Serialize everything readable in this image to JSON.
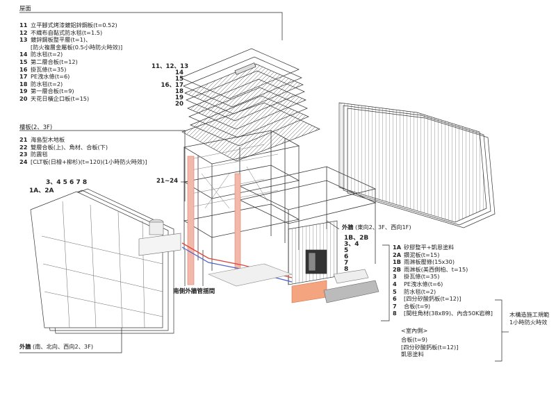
{
  "roof": {
    "heading": "屋面",
    "items": [
      {
        "num": "11",
        "text": "立平腳式烤漆鍍鋁鋅鋼板(t=0.52)"
      },
      {
        "num": "12",
        "text": "不織布自黏式防水毯(t=1.5)"
      },
      {
        "num": "13",
        "text": "鍍鋅鋼板整平層(t=1)、"
      },
      {
        "num": "",
        "text": "[防火複層金屬板(0.5小時防火時效)]"
      },
      {
        "num": "14",
        "text": "防水毯(t=2)"
      },
      {
        "num": "15",
        "text": "第二層合板(t=12)"
      },
      {
        "num": "16",
        "text": "掛瓦條(t=35)"
      },
      {
        "num": "17",
        "text": "PE洩水條(t=6)"
      },
      {
        "num": "18",
        "text": "防水毯(t=2)"
      },
      {
        "num": "19",
        "text": "第一層合板(t=9)"
      },
      {
        "num": "20",
        "text": "天花日橫企口板(t=15)"
      }
    ],
    "callouts": [
      "11、12、13",
      "14",
      "15",
      "16、17",
      "18",
      "19",
      "20"
    ]
  },
  "floor": {
    "heading": "樓板(2、3F)",
    "items": [
      {
        "num": "21",
        "text": "海島型木地板"
      },
      {
        "num": "22",
        "text": "雙層合板(上)、角材、合板(下)"
      },
      {
        "num": "23",
        "text": "防震毯"
      },
      {
        "num": "24",
        "text": "[CLT板(日檜+柳杉)(t=120)(1小時防火時效)]"
      }
    ],
    "callout": "21~24"
  },
  "wall_left": {
    "callout_1a": "1A、2A",
    "callout_nums": "3、4 5 6 7 8",
    "label": "外牆",
    "label_sub": "(南、北向、西向2、3F)"
  },
  "pipe_label": "南側外牆管揺間",
  "wall_right": {
    "label": "外牆",
    "label_sub": "(東向2、3F、西向1F)",
    "callouts": [
      "1B、2B",
      "3、4",
      "5",
      "6",
      "7",
      "8"
    ],
    "items": [
      {
        "num": "1A",
        "text": "矽膠整平+凱恩塗料"
      },
      {
        "num": "2A",
        "text": "鑽泥板(t=15)"
      },
      {
        "num": "1B",
        "text": "雨淋板壓條(15x30)"
      },
      {
        "num": "2B",
        "text": "雨淋板(美西側柏、t=15)"
      },
      {
        "num": "3",
        "text": "掛瓦條(t=35)"
      },
      {
        "num": "4",
        "text": "PE洩水條(t=6)"
      },
      {
        "num": "5",
        "text": "防水毯(t=2)"
      },
      {
        "num": "6",
        "text": "[四分矽酸鈣板(t=12)]"
      },
      {
        "num": "7",
        "text": "合板(t=9)"
      },
      {
        "num": "8",
        "text": "[間柱角材(38x89)、內含50K岩棉]"
      }
    ],
    "interior_heading": "<室內側>",
    "interior_items": [
      "合板(t=9)",
      "[四分矽酸鈣板(t=12)]",
      "凱恩塗料"
    ],
    "note_line1": "木構造施工規範",
    "note_line2": "1小時防火時效"
  }
}
